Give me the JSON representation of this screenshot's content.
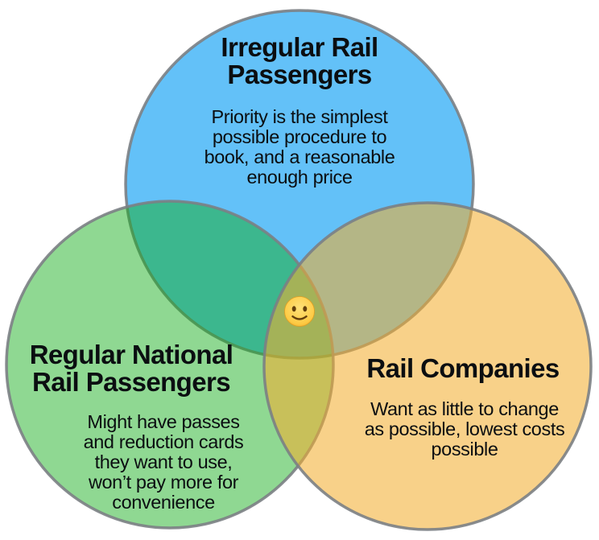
{
  "venn": {
    "background_color": "#ffffff",
    "circle_stroke_color": "#7b8084",
    "circles": [
      {
        "name": "irregular-rail-passengers",
        "fill": "#63C1F8",
        "fill_opacity": "1",
        "displayed_color": "#63C1F8",
        "title_lines": [
          "Irregular Rail",
          "Passengers"
        ],
        "body_lines": [
          "Priority is the simplest",
          "possible procedure to",
          "book, and a reasonable",
          "enough price"
        ]
      },
      {
        "name": "regular-national-rail-passengers",
        "fill": "#12AC18",
        "fill_opacity": "0.47",
        "displayed_color": "#93D995",
        "title_lines": [
          "Regular National",
          "Rail Passengers"
        ],
        "body_lines": [
          "Might have passes",
          "and reduction cards",
          "they want to use,",
          "won’t pay more for",
          "convenience"
        ]
      },
      {
        "name": "rail-companies",
        "fill": "#F3AE2F",
        "fill_opacity": "0.57",
        "displayed_color": "#F8D188",
        "title_lines": [
          "Rail Companies"
        ],
        "body_lines": [
          "Want as little to change",
          "as possible, lowest costs",
          "possible"
        ]
      }
    ],
    "overlap_colors": {
      "blue_green": "#3DB78F",
      "blue_orange": "#B5B685",
      "green_orange": "#C8C05A",
      "triple": "#A5B258"
    },
    "center_emoji": "🙂"
  }
}
